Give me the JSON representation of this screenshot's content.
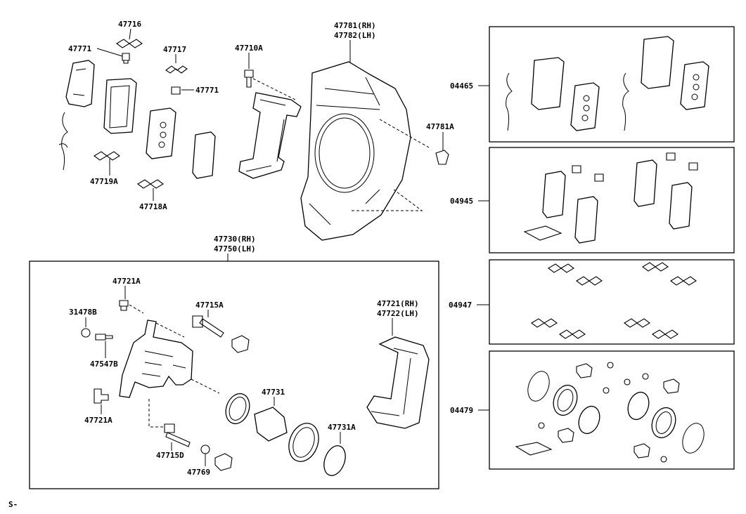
{
  "labels": {
    "p47716": "47716",
    "p47771a": "47771",
    "p47717": "47717",
    "p47771b": "47771",
    "p47719A": "47719A",
    "p47718A": "47718A",
    "p47710A": "47710A",
    "p47781rh": "47781(RH)",
    "p47782lh": "47782(LH)",
    "p47781A": "47781A",
    "p47730rh": "47730(RH)",
    "p47750lh": "47750(LH)",
    "p47721A_top": "47721A",
    "p31478B": "31478B",
    "p47715A": "47715A",
    "p47547B": "47547B",
    "p47721A_bot": "47721A",
    "p47715D": "47715D",
    "p47769": "47769",
    "p47731": "47731",
    "p47731A": "47731A",
    "p47721rh": "47721(RH)",
    "p47722lh": "47722(LH)",
    "k04465": "04465",
    "k04945": "04945",
    "k04947": "04947",
    "k04479": "04479",
    "footer": "S-"
  }
}
